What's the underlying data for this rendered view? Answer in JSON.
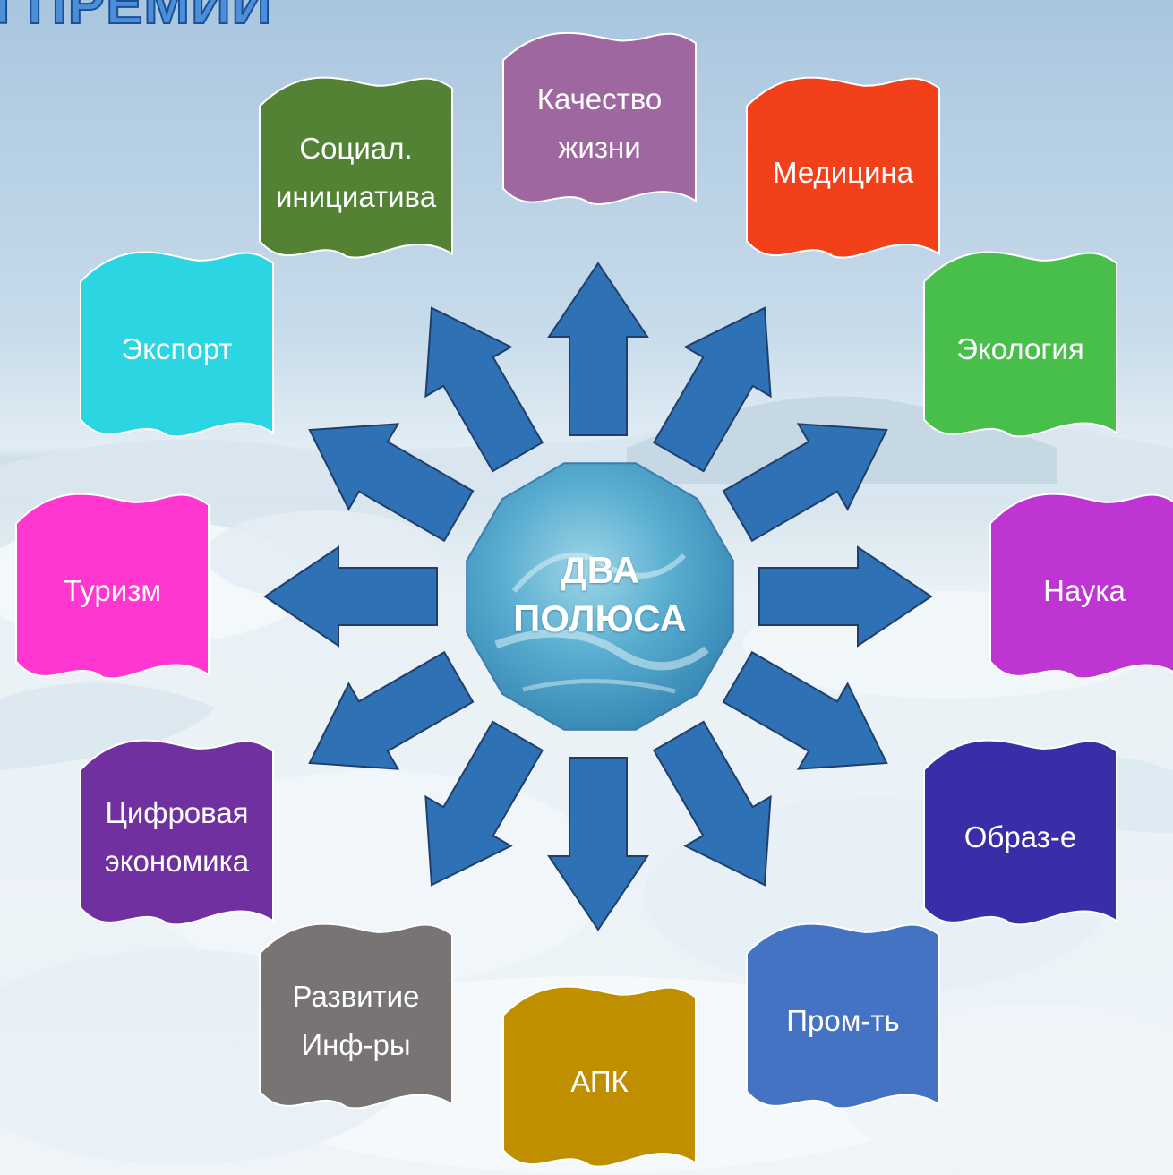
{
  "title_fragment": "ГПРЕМИИ",
  "center": {
    "label": "ДВА\nПОЛЮСА"
  },
  "colors": {
    "arrow_fill": "#2f71b5",
    "arrow_stroke": "#1f3f6a"
  },
  "banners": [
    {
      "id": "quality",
      "label": "Качество\nжизни",
      "color": "#9f67a0"
    },
    {
      "id": "medicine",
      "label": "Медицина",
      "color": "#f2401a"
    },
    {
      "id": "ecology",
      "label": "Экология",
      "color": "#48bf4a"
    },
    {
      "id": "science",
      "label": "Наука",
      "color": "#be35d4"
    },
    {
      "id": "education",
      "label": "Образ-е",
      "color": "#3a2ea8"
    },
    {
      "id": "industry",
      "label": "Пром-ть",
      "color": "#4473c4"
    },
    {
      "id": "agro",
      "label": "АПК",
      "color": "#bf8f00"
    },
    {
      "id": "infra",
      "label": "Развитие\nИнф-ры",
      "color": "#777473"
    },
    {
      "id": "digital",
      "label": "Цифровая\nэкономика",
      "color": "#7030a0"
    },
    {
      "id": "tourism",
      "label": "Туризм",
      "color": "#ff36cf"
    },
    {
      "id": "export",
      "label": "Экспорт",
      "color": "#2bd5e2"
    },
    {
      "id": "social",
      "label": "Социал.\nинициатива",
      "color": "#548235"
    }
  ]
}
